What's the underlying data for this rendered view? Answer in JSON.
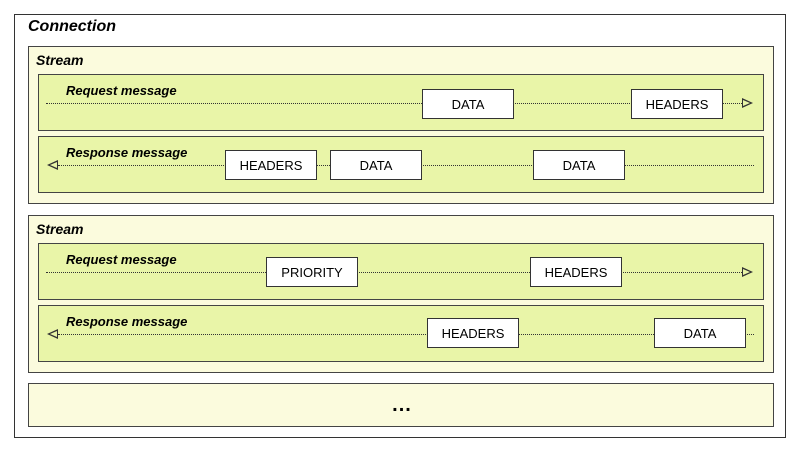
{
  "connection": {
    "title": "Connection"
  },
  "streams": [
    {
      "title": "Stream",
      "request": {
        "title": "Request message",
        "frames": [
          "DATA",
          "HEADERS"
        ]
      },
      "response": {
        "title": "Response message",
        "frames": [
          "HEADERS",
          "DATA",
          "DATA"
        ]
      }
    },
    {
      "title": "Stream",
      "request": {
        "title": "Request message",
        "frames": [
          "PRIORITY",
          "HEADERS"
        ]
      },
      "response": {
        "title": "Response message",
        "frames": [
          "HEADERS",
          "DATA"
        ]
      }
    }
  ],
  "more": {
    "label": "..."
  },
  "colors": {
    "stream_fill": "#fbfbdd",
    "message_fill": "#e9f5a8",
    "frame_fill": "#ffffff",
    "border": "#333333"
  }
}
